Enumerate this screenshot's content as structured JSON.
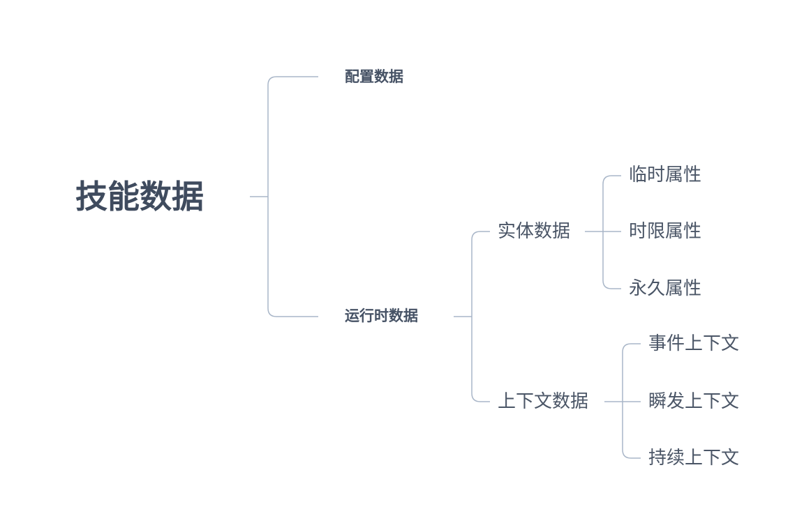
{
  "mindmap": {
    "root": {
      "label": "技能数据"
    },
    "branches": [
      {
        "label": "配置数据"
      },
      {
        "label": "运行时数据",
        "children": [
          {
            "label": "实体数据",
            "children": [
              {
                "label": "临时属性"
              },
              {
                "label": "时限属性"
              },
              {
                "label": "永久属性"
              }
            ]
          },
          {
            "label": "上下文数据",
            "children": [
              {
                "label": "事件上下文"
              },
              {
                "label": "瞬发上下文"
              },
              {
                "label": "持续上下文"
              }
            ]
          }
        ]
      }
    ]
  },
  "colors": {
    "text_primary": "#3f4b5e",
    "text_secondary": "#4a5566",
    "connector": "#a9b6c8"
  }
}
